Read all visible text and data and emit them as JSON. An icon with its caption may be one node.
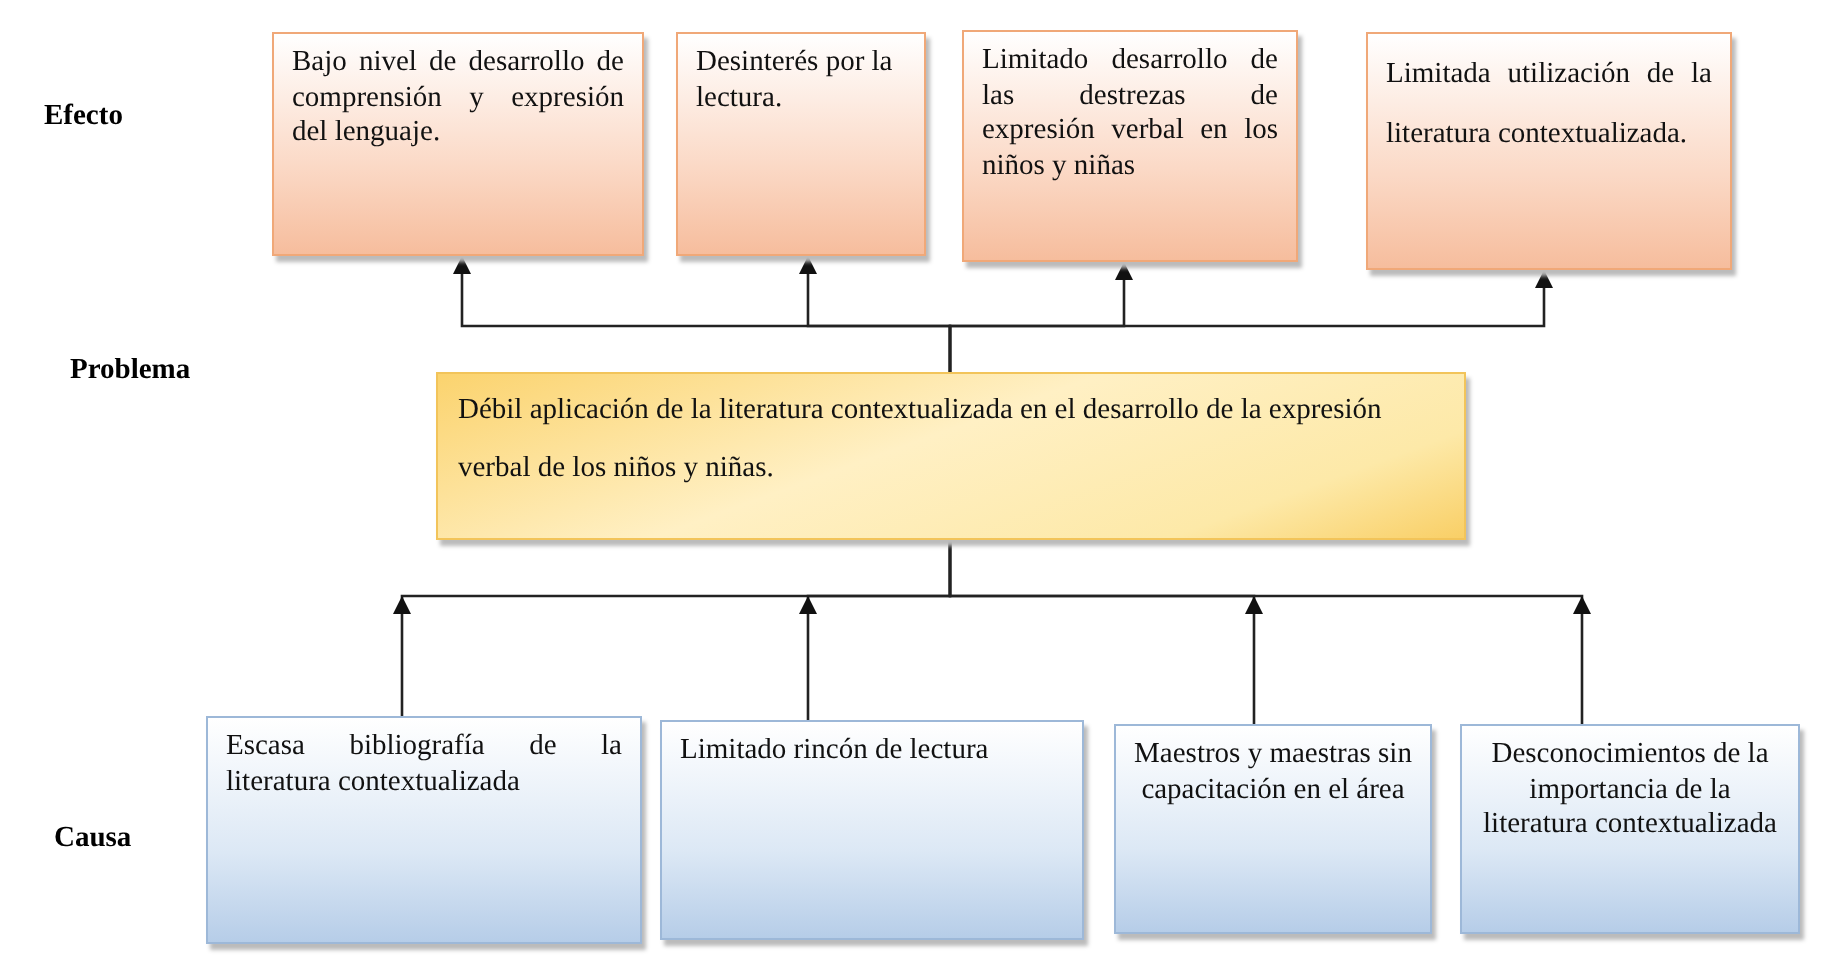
{
  "diagram": {
    "nodes": [
      {
        "text": [
          "Bajo nivel de desarrollo de comprensión y expresión del lenguaje."
        ]
      },
      {
        "text": [
          "Desinterés por la lectura."
        ]
      },
      {
        "text": [
          "Limitado desarrollo de las destrezas de expresión verbal en los niños y niñas"
        ]
      },
      {
        "text": [
          "Limitada utilización de la literatura contextualizada."
        ]
      },
      {
        "text": [
          "Débil aplicación de la literatura contextualizada en el desarrollo de la expresión verbal de los niños y niñas."
        ]
      },
      {
        "text": [
          "Escasa bibliografía de la literatura contextualizada"
        ]
      },
      {
        "text": [
          "Limitado rincón de lectura"
        ]
      },
      {
        "text": [
          "Maestros y maestras sin capacitación en el área"
        ]
      },
      {
        "text": [
          "Desconocimientos de la importancia de la literatura contextualizada"
        ]
      }
    ],
    "edges": [
      {
        "from": 4,
        "to": 0,
        "arrow": "to"
      },
      {
        "from": 4,
        "to": 1,
        "arrow": "to"
      },
      {
        "from": 4,
        "to": 2,
        "arrow": "to"
      },
      {
        "from": 4,
        "to": 3,
        "arrow": "to"
      },
      {
        "from": 5,
        "to": 4,
        "arrow": "to"
      },
      {
        "from": 6,
        "to": 4,
        "arrow": "to"
      },
      {
        "from": 7,
        "to": 4,
        "arrow": "to"
      },
      {
        "from": 8,
        "to": 4,
        "arrow": "to"
      }
    ],
    "labels": [
      "Efecto",
      "Problema",
      "Causa"
    ]
  }
}
